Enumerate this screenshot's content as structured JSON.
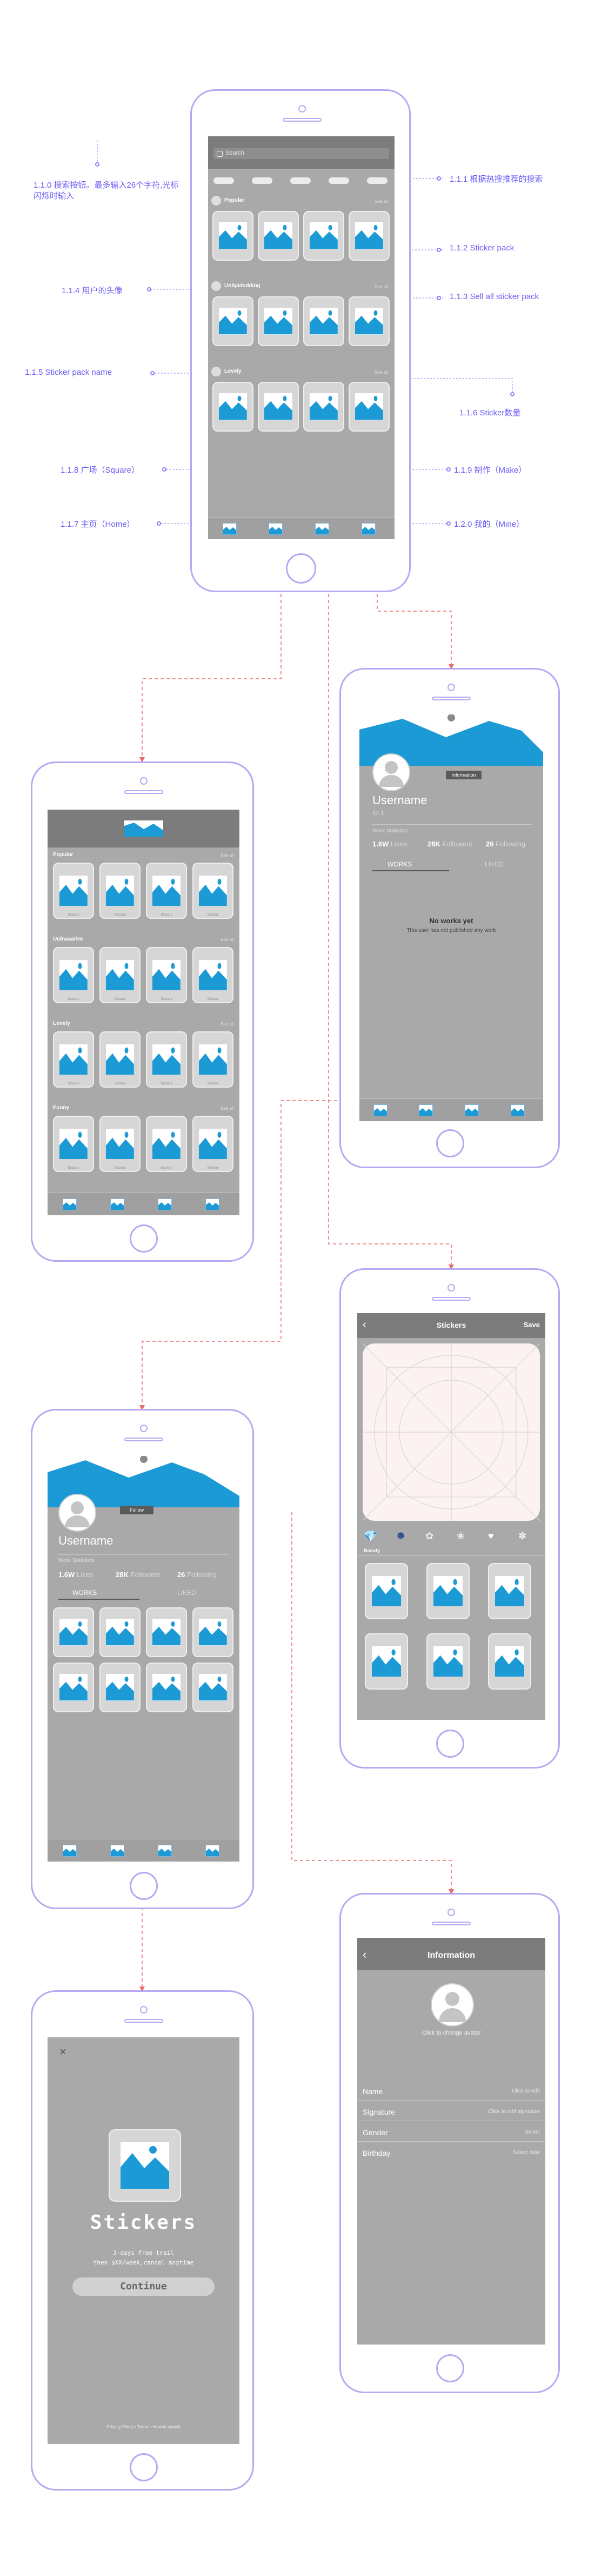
{
  "annotations": {
    "a110": "1.1.0 搜索按钮。最多输入26个字符,光标闪烁时输入",
    "a111": "1.1.1 根据热搜推荐的搜索",
    "a112": "1.1.2  Sticker pack",
    "a113": "1.1.3 Sell all sticker pack",
    "a114": "1.1.4 用户的头像",
    "a115": "1.1.5 Sticker pack name",
    "a116": "1.1.6  Sticker数量",
    "a118": "1.1.8 广场（Square）",
    "a119": "1.1.9 制作（Make）",
    "a117": "1.1.7 主页（Home）",
    "a120": "1.2.0 我的（Mine）"
  },
  "home": {
    "search_placeholder": "Search",
    "sections": [
      {
        "name": "Popular",
        "more": "See all"
      },
      {
        "name": "Unilpidsdding",
        "more": "See all"
      },
      {
        "name": "Lovely",
        "more": "See all"
      }
    ]
  },
  "square": {
    "sections": [
      {
        "name": "Popular",
        "more": "See all"
      },
      {
        "name": "Uulnaaaiive",
        "more": "See all"
      },
      {
        "name": "Lovely",
        "more": "See all"
      },
      {
        "name": "Funny",
        "more": "See all"
      }
    ],
    "cap": "Stickers"
  },
  "mine": {
    "username": "Username",
    "uid": "ID: 1",
    "edit_button": "Information",
    "stats_title": "Work Statistics",
    "likes_value": "1.6W",
    "likes_label": "Likes",
    "followers_value": "28K",
    "followers_label": "Followers",
    "following_value": "26",
    "following_label": "Following",
    "tab_works": "WORKS",
    "tab_liked": "LIKED",
    "empty_title": "No works yet",
    "empty_sub": "This user has not published any work"
  },
  "make": {
    "title": "Stickers",
    "save": "Save",
    "tool_label": "Beauty"
  },
  "other": {
    "username": "Username",
    "follow_button": "Follow",
    "stats_title": "Work Statistics",
    "likes_value": "1.6W",
    "likes_label": "Likes",
    "followers_value": "28K",
    "followers_label": "Followers",
    "following_value": "26",
    "following_label": "Following",
    "tab_works": "WORKS",
    "tab_liked": "LIKED"
  },
  "information": {
    "title": "Information",
    "change_avatar": "Click to change avatar",
    "rows": [
      {
        "key": "Name",
        "value": "Click to edit"
      },
      {
        "key": "Signature",
        "value": "Click to edit signature"
      },
      {
        "key": "Gender",
        "value": "Select"
      },
      {
        "key": "Birthday",
        "value": "Select date"
      }
    ]
  },
  "subscribe": {
    "close": "×",
    "title": "Stickers",
    "line1": "3-days free trail",
    "line2": "then $XX/week,cancel anytime",
    "button": "Continue",
    "footer": "Privacy Policy • Terms • How to cancel"
  },
  "colors": {
    "accent": "#6b5cf6",
    "frame": "#b6a8f2",
    "screen": "#a9a9a9",
    "sticker_blue": "#1c9ad6",
    "flow_line": "#e05a5a"
  }
}
